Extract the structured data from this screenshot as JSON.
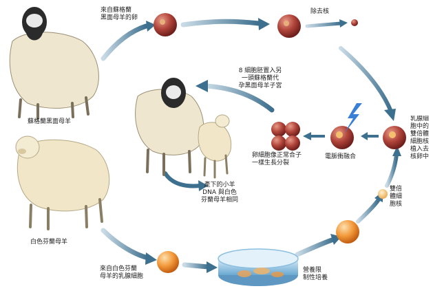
{
  "labels": {
    "scottish_egg_source": "來自蘇格蘭\n黑面母羊的卵",
    "enucleate": "除去核",
    "scottish_ewe": "蘇格蘭黑面母羊",
    "finn_ewe": "白色芬蘭母羊",
    "implant": "8 細胞胚置入另\n一頭蘇格蘭代\n孕黑面母羊子宮",
    "mammary_nucleus": "乳腺細\n胞中的\n雙倍體\n細胞核\n植入去\n核卵中",
    "embryo_divide": "卵細胞像正常合子\n一樣生長分裂",
    "electric_fusion": "電脈衝融合",
    "lamb_dna": "產下的小羊\nDNA 與白色\n芬蘭母羊相同",
    "diploid_nucleus": "雙倍\n體細\n胞核",
    "udder_cell_source": "來自白色芬蘭\n母羊的乳腺細胞",
    "culture": "營養限\n制性培養"
  },
  "colors": {
    "egg": "#b0443a",
    "udder_cell": "#f08a2c",
    "nucleus": "#f5c06e",
    "arrow": "#3d6f8e",
    "dish": "#7fb6d9",
    "spark": "#3a7fd6"
  }
}
